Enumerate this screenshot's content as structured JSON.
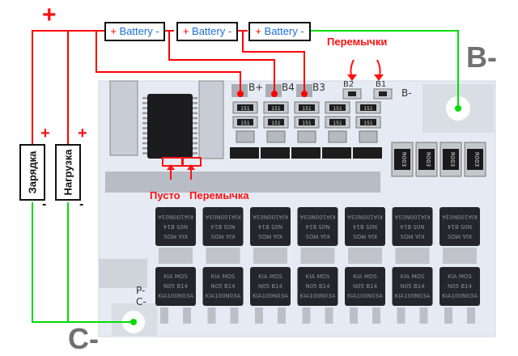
{
  "diagram": {
    "title": "BMS board wiring",
    "colors": {
      "positive_wire": "#ff0000",
      "negative_wire": "#00dd00",
      "battery_label": "#1a6fd8",
      "annotation": "#ff1010",
      "terminal_label": "#707070",
      "pcb": "#e4e9f2"
    },
    "top_plus": "+",
    "batteries": [
      {
        "plus": "+",
        "name": "Battery",
        "minus": "-"
      },
      {
        "plus": "+",
        "name": "Battery",
        "minus": "-"
      },
      {
        "plus": "+",
        "name": "Battery",
        "minus": "-"
      }
    ],
    "loads": [
      {
        "label": "Зарядка",
        "plus": "+",
        "minus": "-"
      },
      {
        "label": "Нагрузка",
        "plus": "+",
        "minus": "-"
      }
    ],
    "terminals": {
      "b_minus_big": "B-",
      "c_minus_big": "C-",
      "pcb_pads": [
        "B+",
        "B4",
        "B3",
        "B2",
        "B1",
        "B-",
        "P-",
        "C-"
      ]
    },
    "annotations": {
      "jumpers_top": "Перемычки",
      "empty": "Пусто",
      "jumper": "Перемычка"
    },
    "components": {
      "shunt_marking": "R003",
      "resistor_marking": "151",
      "mosfet_lines": [
        "KIA MOS",
        "N05 B14",
        "KIA100N03A"
      ]
    }
  }
}
